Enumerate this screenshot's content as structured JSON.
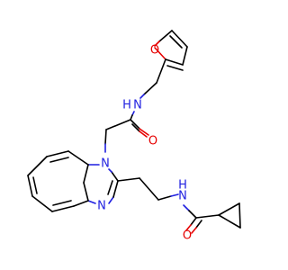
{
  "molecule": {
    "atoms": {
      "furan_o": {
        "symbol": "O",
        "color": "#e60000"
      },
      "amide1_n": {
        "symbol": "N",
        "hydrogen": "H",
        "color": "#1f1fe0"
      },
      "amide1_o": {
        "symbol": "O",
        "color": "#e60000"
      },
      "ring_n1": {
        "symbol": "N",
        "color": "#1f1fe0"
      },
      "ring_n3": {
        "symbol": "N",
        "color": "#1f1fe0"
      },
      "amide2_n": {
        "symbol": "N",
        "hydrogen": "H",
        "color": "#1f1fe0"
      },
      "amide2_o": {
        "symbol": "O",
        "color": "#e60000"
      }
    }
  }
}
